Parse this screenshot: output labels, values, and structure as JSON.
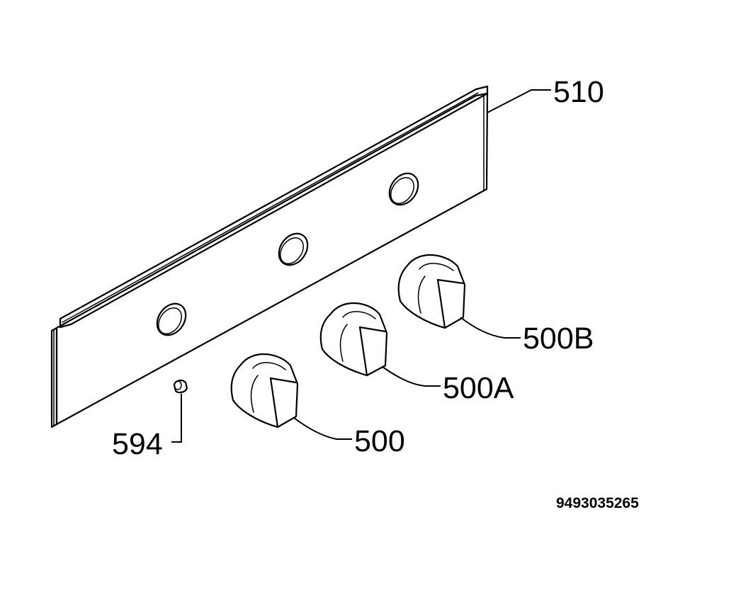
{
  "labels": {
    "panel": "510",
    "knob_right": "500B",
    "knob_middle": "500A",
    "knob_left": "500",
    "spindle": "594"
  },
  "diagram_code": "9493035265"
}
